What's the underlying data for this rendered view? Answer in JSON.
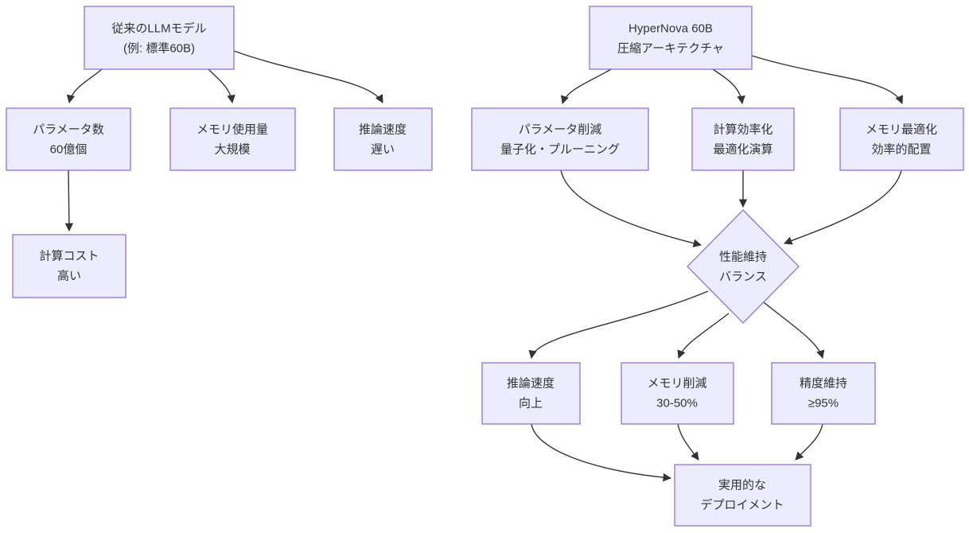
{
  "diagram": {
    "type": "flowchart",
    "background_color": "#ffffff",
    "node_fill_color": "#ECECFF",
    "node_border_color": "#9370DB",
    "edge_color": "#333333",
    "text_color": "#333333",
    "nodes": {
      "traditional_llm": {
        "shape": "rect",
        "line1": "従来のLLMモデル",
        "line2": "(例: 標準60B)"
      },
      "param_count": {
        "shape": "rect",
        "line1": "パラメータ数",
        "line2": "60億個"
      },
      "memory_usage": {
        "shape": "rect",
        "line1": "メモリ使用量",
        "line2": "大規模"
      },
      "inference_speed_slow": {
        "shape": "rect",
        "line1": "推論速度",
        "line2": "遅い"
      },
      "compute_cost": {
        "shape": "rect",
        "line1": "計算コスト",
        "line2": "高い"
      },
      "hypernova": {
        "shape": "rect",
        "line1": "HyperNova 60B",
        "line2": "圧縮アーキテクチャ"
      },
      "param_reduction": {
        "shape": "rect",
        "line1": "パラメータ削減",
        "line2": "量子化・プルーニング"
      },
      "compute_efficiency": {
        "shape": "rect",
        "line1": "計算効率化",
        "line2": "最適化演算"
      },
      "memory_optimization": {
        "shape": "rect",
        "line1": "メモリ最適化",
        "line2": "効率的配置"
      },
      "performance_balance": {
        "shape": "diamond",
        "line1": "性能維持",
        "line2": "バランス"
      },
      "inference_speed_up": {
        "shape": "rect",
        "line1": "推論速度",
        "line2": "向上"
      },
      "memory_reduction": {
        "shape": "rect",
        "line1": "メモリ削減",
        "line2": "30-50%"
      },
      "accuracy": {
        "shape": "rect",
        "line1": "精度維持",
        "line2": "≥95%"
      },
      "deployment": {
        "shape": "rect",
        "line1": "実用的な",
        "line2": "デプロイメント"
      }
    },
    "edges": [
      {
        "from": "traditional_llm",
        "to": "param_count"
      },
      {
        "from": "traditional_llm",
        "to": "memory_usage"
      },
      {
        "from": "traditional_llm",
        "to": "inference_speed_slow"
      },
      {
        "from": "param_count",
        "to": "compute_cost"
      },
      {
        "from": "hypernova",
        "to": "param_reduction"
      },
      {
        "from": "hypernova",
        "to": "compute_efficiency"
      },
      {
        "from": "hypernova",
        "to": "memory_optimization"
      },
      {
        "from": "param_reduction",
        "to": "performance_balance"
      },
      {
        "from": "compute_efficiency",
        "to": "performance_balance"
      },
      {
        "from": "memory_optimization",
        "to": "performance_balance"
      },
      {
        "from": "performance_balance",
        "to": "inference_speed_up"
      },
      {
        "from": "performance_balance",
        "to": "memory_reduction"
      },
      {
        "from": "performance_balance",
        "to": "accuracy"
      },
      {
        "from": "inference_speed_up",
        "to": "deployment"
      },
      {
        "from": "memory_reduction",
        "to": "deployment"
      },
      {
        "from": "accuracy",
        "to": "deployment"
      }
    ]
  }
}
